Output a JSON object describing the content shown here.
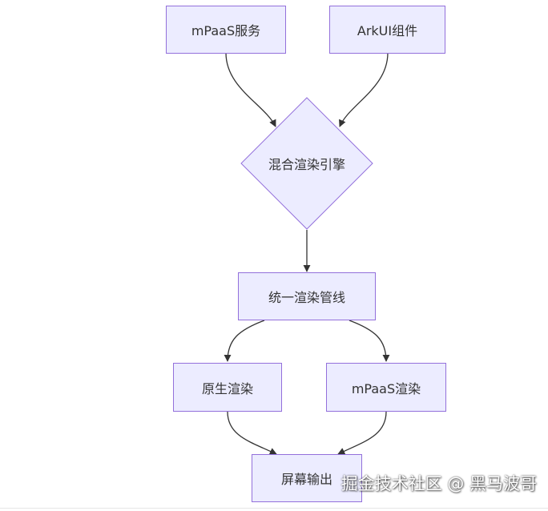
{
  "diagram": {
    "nodes": {
      "mpaas_service": "mPaaS服务",
      "arkui_component": "ArkUI组件",
      "hybrid_engine": "混合渲染引擎",
      "unified_pipeline": "统一渲染管线",
      "native_render": "原生渲染",
      "mpaas_render": "mPaaS渲染",
      "screen_output": "屏幕输出"
    },
    "colors": {
      "node_fill": "#ECECFF",
      "node_stroke": "#9370DB",
      "edge": "#333333",
      "text": "#333333"
    }
  },
  "watermark": "掘金技术社区 @ 黑马波哥"
}
